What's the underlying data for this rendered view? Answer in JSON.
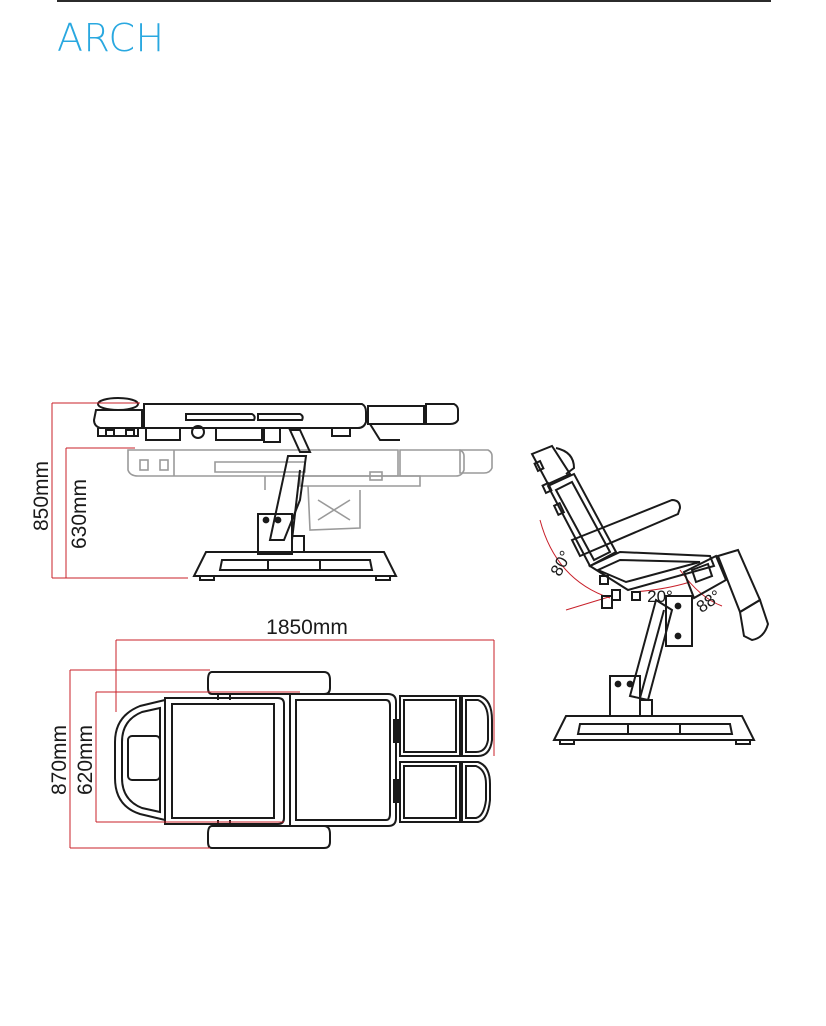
{
  "header": {
    "title": "ARCH"
  },
  "colors": {
    "title": "#29a8e0",
    "dimension_line": "#c8202a",
    "drawing_line": "#1a1a1a",
    "ghost_line": "#9a9a9a"
  },
  "side_view": {
    "overall_height": "850mm",
    "seat_height": "630mm"
  },
  "top_view": {
    "overall_length": "1850mm",
    "overall_width": "870mm",
    "seat_width": "620mm"
  },
  "reclined_view": {
    "backrest_angle": "80°",
    "seat_angle": "20°",
    "leg_angle": "88°"
  }
}
